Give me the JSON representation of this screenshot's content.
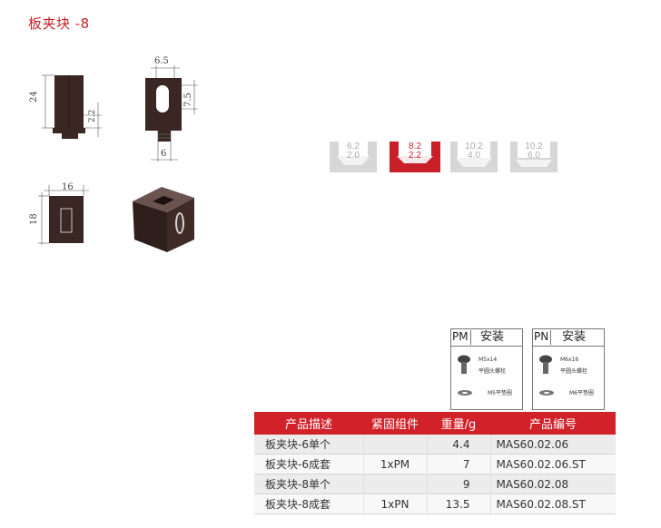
{
  "title": "板夹块 -8",
  "drawings": {
    "side": {
      "height": "24",
      "tab": "2.2"
    },
    "front": {
      "width": "6.5",
      "slot": "7.5",
      "stem": "6"
    },
    "top": {
      "width": "16",
      "height": "18"
    }
  },
  "profiles": [
    {
      "line1": "6.2",
      "line2": "2.0",
      "selected": false,
      "color": "#d6d6d6"
    },
    {
      "line1": "8.2",
      "line2": "2.2",
      "selected": true,
      "color": "#c8202a"
    },
    {
      "line1": "10.2",
      "line2": "4.0",
      "selected": false,
      "color": "#d6d6d6"
    },
    {
      "line1": "10.2",
      "line2": "6.0",
      "selected": false,
      "color": "#d6d6d6"
    }
  ],
  "install": [
    {
      "code": "PM",
      "label": "安装",
      "screw": "M5x14",
      "screw_desc": "平圆头螺栓",
      "washer": "M5平垫圈"
    },
    {
      "code": "PN",
      "label": "安装",
      "screw": "M6x16",
      "screw_desc": "平圆头螺栓",
      "washer": "M6平垫圈"
    }
  ],
  "table": {
    "headers": [
      "产品描述",
      "紧固组件",
      "重量/g",
      "产品编号"
    ],
    "rows": [
      {
        "desc": "板夹块-6单个",
        "kit": "",
        "weight": "4.4",
        "code": "MAS60.02.06"
      },
      {
        "desc": "板夹块-6成套",
        "kit": "1xPM",
        "weight": "7",
        "code": "MAS60.02.06.ST"
      },
      {
        "desc": "板夹块-8单个",
        "kit": "",
        "weight": "9",
        "code": "MAS60.02.08"
      },
      {
        "desc": "板夹块-8成套",
        "kit": "1xPN",
        "weight": "13.5",
        "code": "MAS60.02.08.ST"
      }
    ]
  },
  "colors": {
    "accent": "#c8202a",
    "part": "#3a2622",
    "profile_inactive": "#d6d6d6"
  }
}
